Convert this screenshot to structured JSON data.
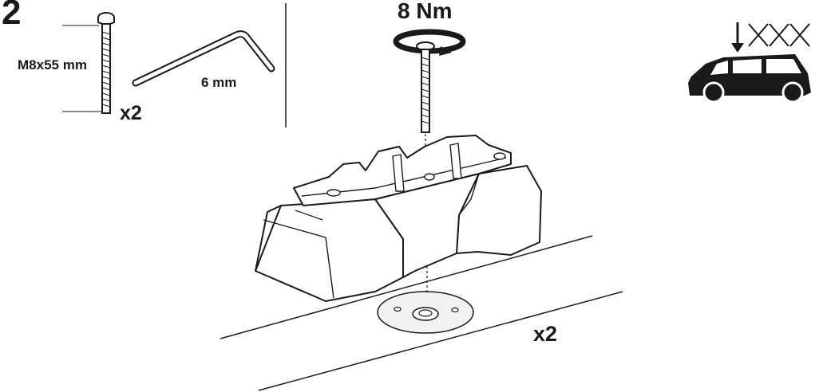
{
  "step": {
    "number": "2"
  },
  "parts": {
    "bolt": {
      "size_label": "M8x55 mm",
      "quantity": "x2"
    },
    "hex_key": {
      "size_label": "6 mm"
    }
  },
  "torque": {
    "label": "8 Nm"
  },
  "assembly": {
    "quantity": "x2"
  },
  "icons": {
    "car": "car-roof-icon",
    "load_arrow": "downward-load-arrow-icon",
    "no_crosses": "cross-marks-icon"
  },
  "colors": {
    "ink": "#1a1a1a",
    "fill_light": "#ffffff",
    "fill_pad": "#f2f2f2"
  }
}
